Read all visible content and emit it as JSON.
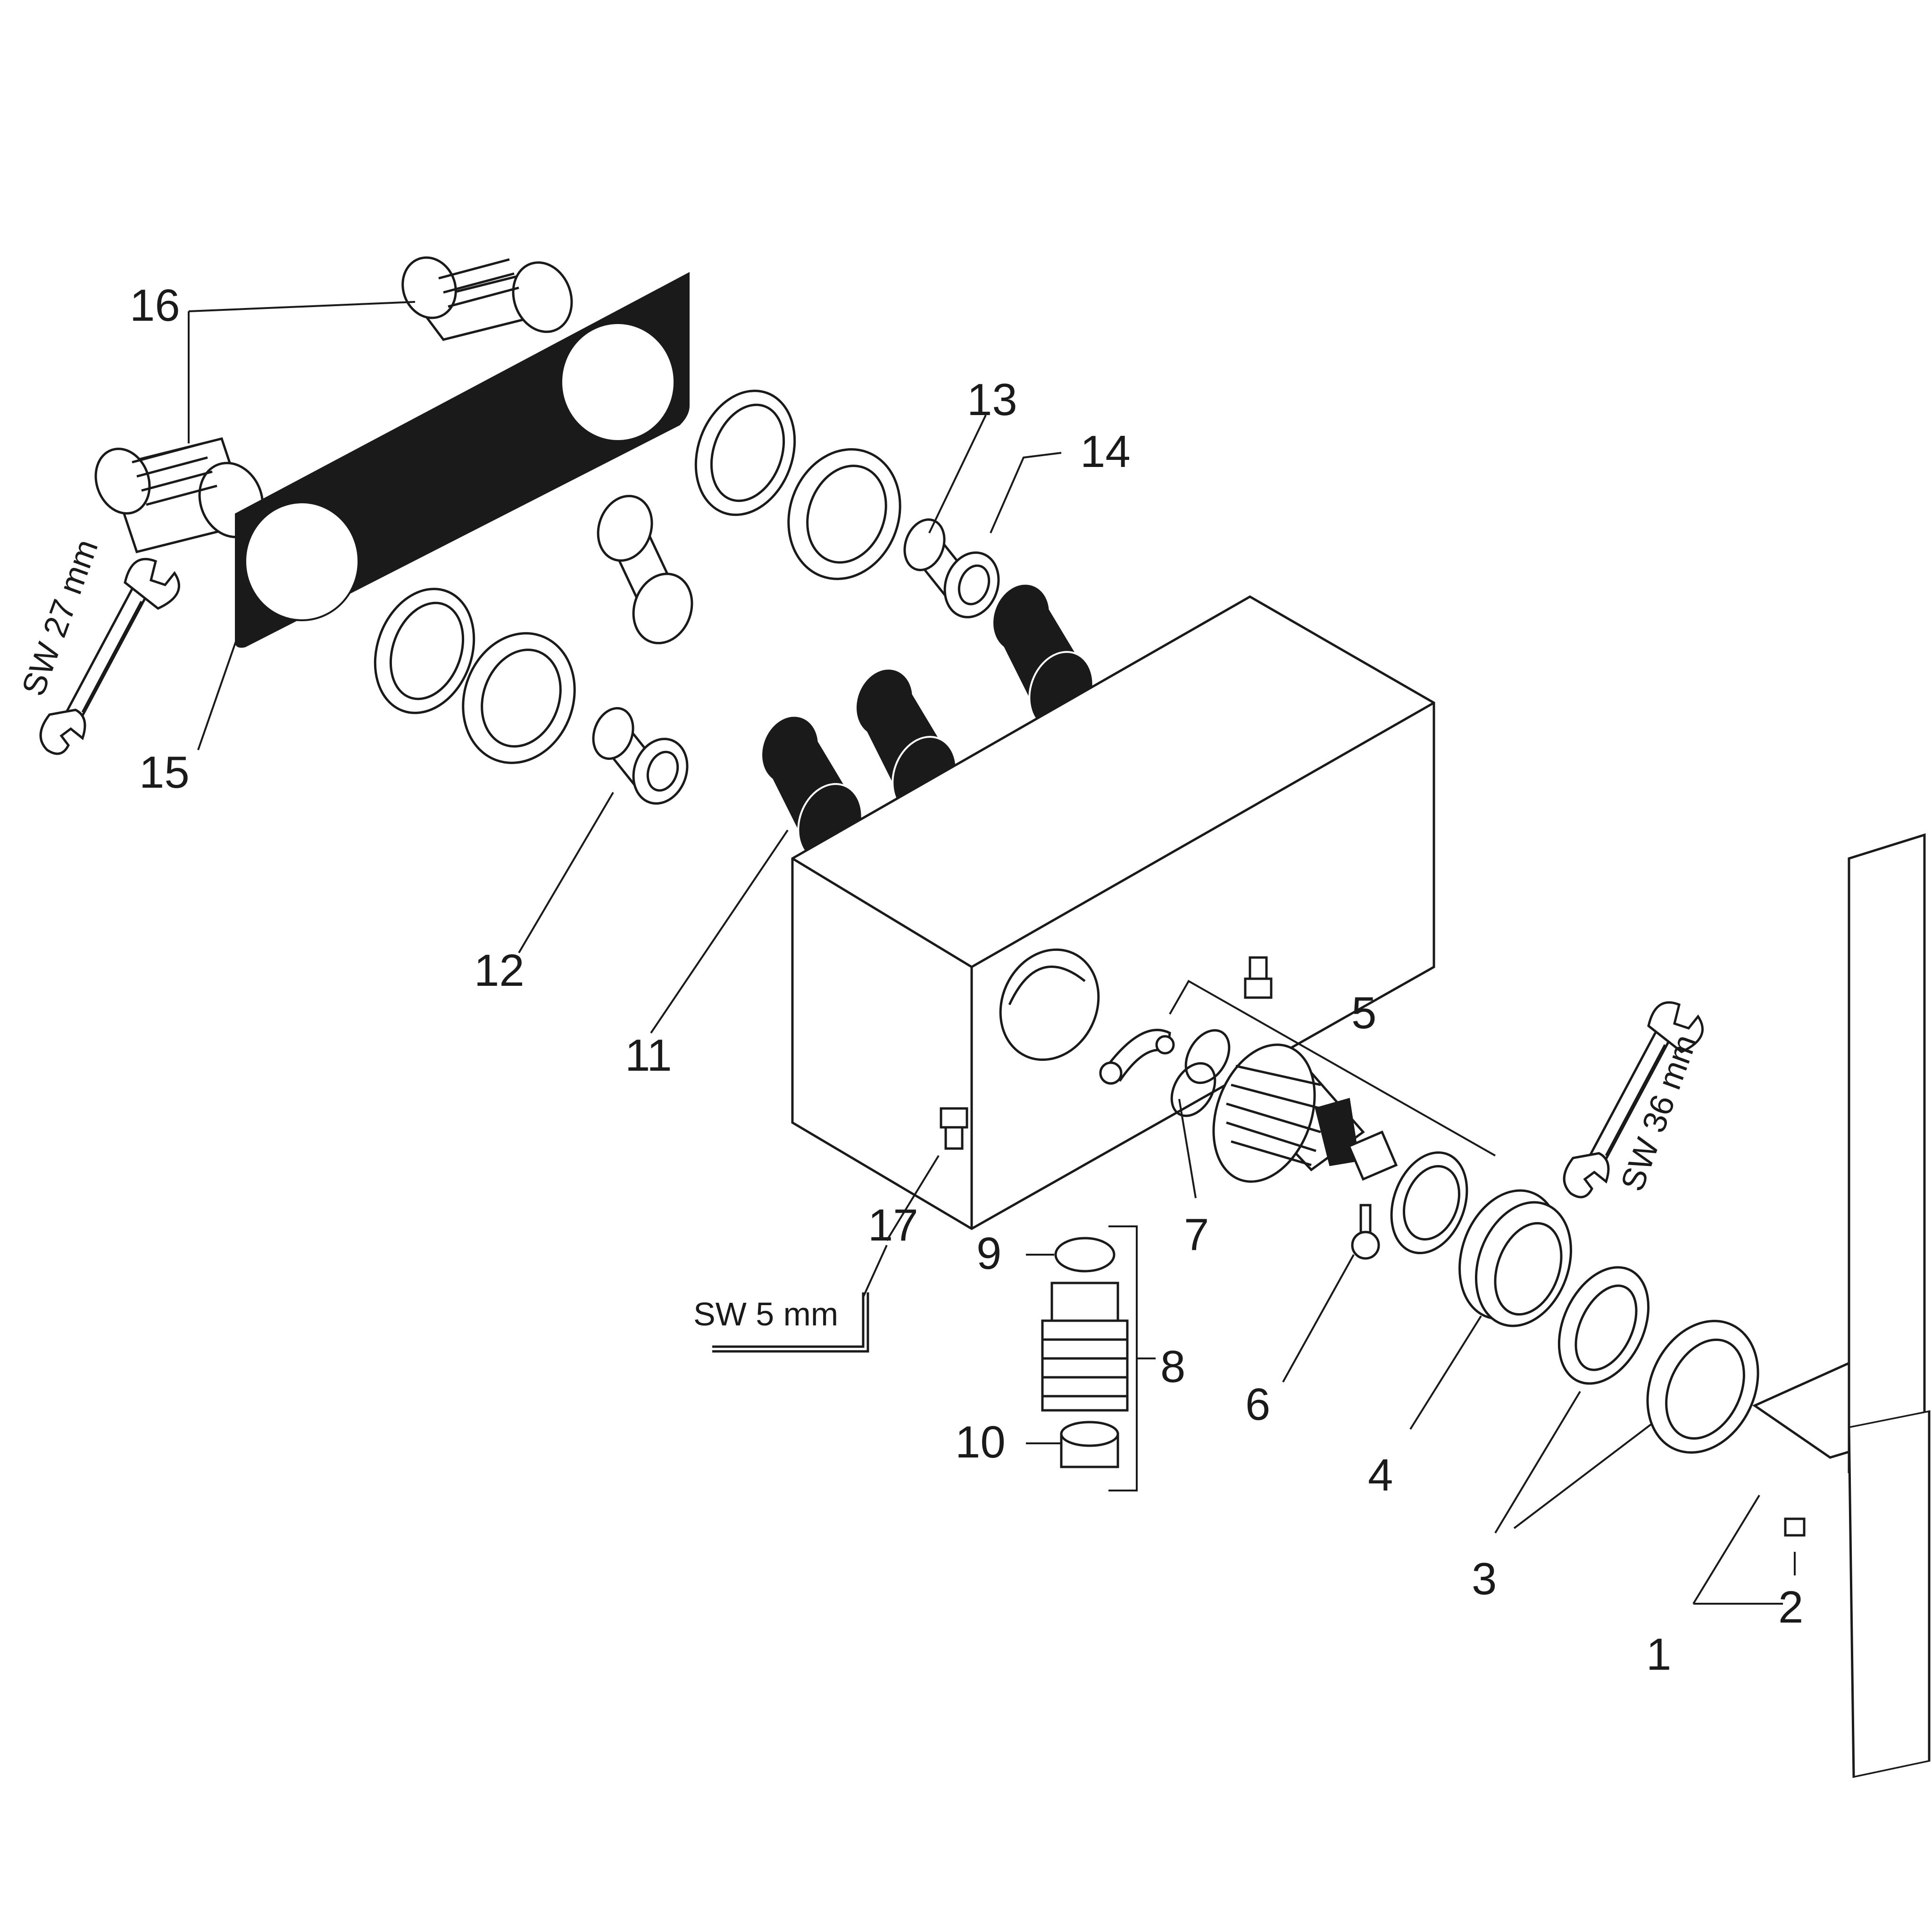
{
  "labels": {
    "p1": "1",
    "p2": "2",
    "p3": "3",
    "p4": "4",
    "p5": "5",
    "p6": "6",
    "p7": "7",
    "p8": "8",
    "p9": "9",
    "p10": "10",
    "p11": "11",
    "p12": "12",
    "p13": "13",
    "p14": "14",
    "p15": "15",
    "p16": "16",
    "p17": "17"
  },
  "tools": {
    "wrench_27": "SW 27 mm",
    "wrench_36": "SW 36 mm",
    "hex_key_5": "SW 5 mm"
  }
}
